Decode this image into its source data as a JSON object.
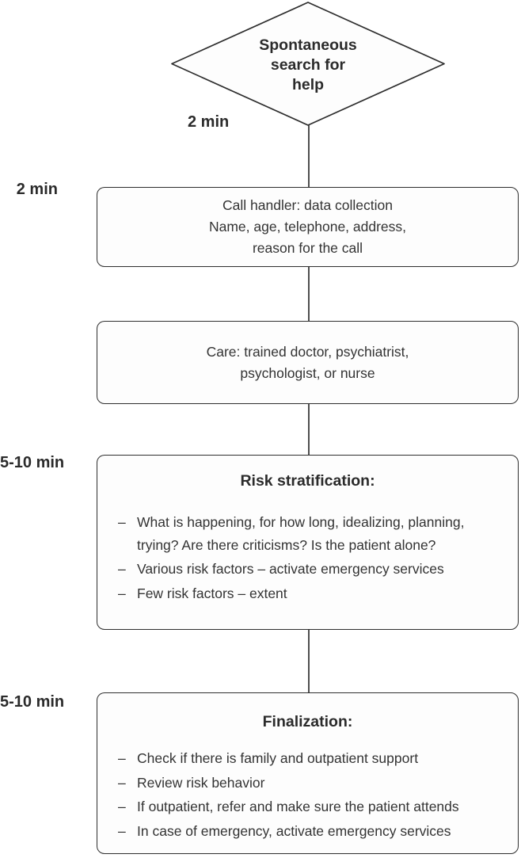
{
  "colors": {
    "stroke": "#2e2e2e",
    "text": "#333333",
    "box_fill": "#fdfdfd",
    "background": "#ffffff"
  },
  "diamond": {
    "lines": [
      "Spontaneous",
      "search for",
      "help"
    ]
  },
  "labels": {
    "diamond_time": "2 min",
    "call_handler_time": "2 min",
    "risk_time": "5-10 min",
    "finalization_time": "5-10 min"
  },
  "boxes": {
    "call_handler": {
      "lines": [
        "Call handler: data collection",
        "Name, age, telephone, address,",
        "reason for the call"
      ]
    },
    "care": {
      "lines": [
        "Care: trained doctor, psychiatrist,",
        "psychologist, or nurse"
      ]
    },
    "risk": {
      "title": "Risk stratification:",
      "marker": "–",
      "bullets": [
        "What is happening, for how long, idealizing, planning, trying? Are there criticisms? Is the patient alone?",
        "Various risk factors – activate emergency services",
        "Few risk factors – extent"
      ]
    },
    "finalization": {
      "title": "Finalization:",
      "marker": "–",
      "bullets": [
        "Check if there is family and outpatient support",
        "Review risk behavior",
        "If outpatient, refer and make sure the patient attends",
        "In case of emergency, activate emergency services"
      ]
    }
  }
}
